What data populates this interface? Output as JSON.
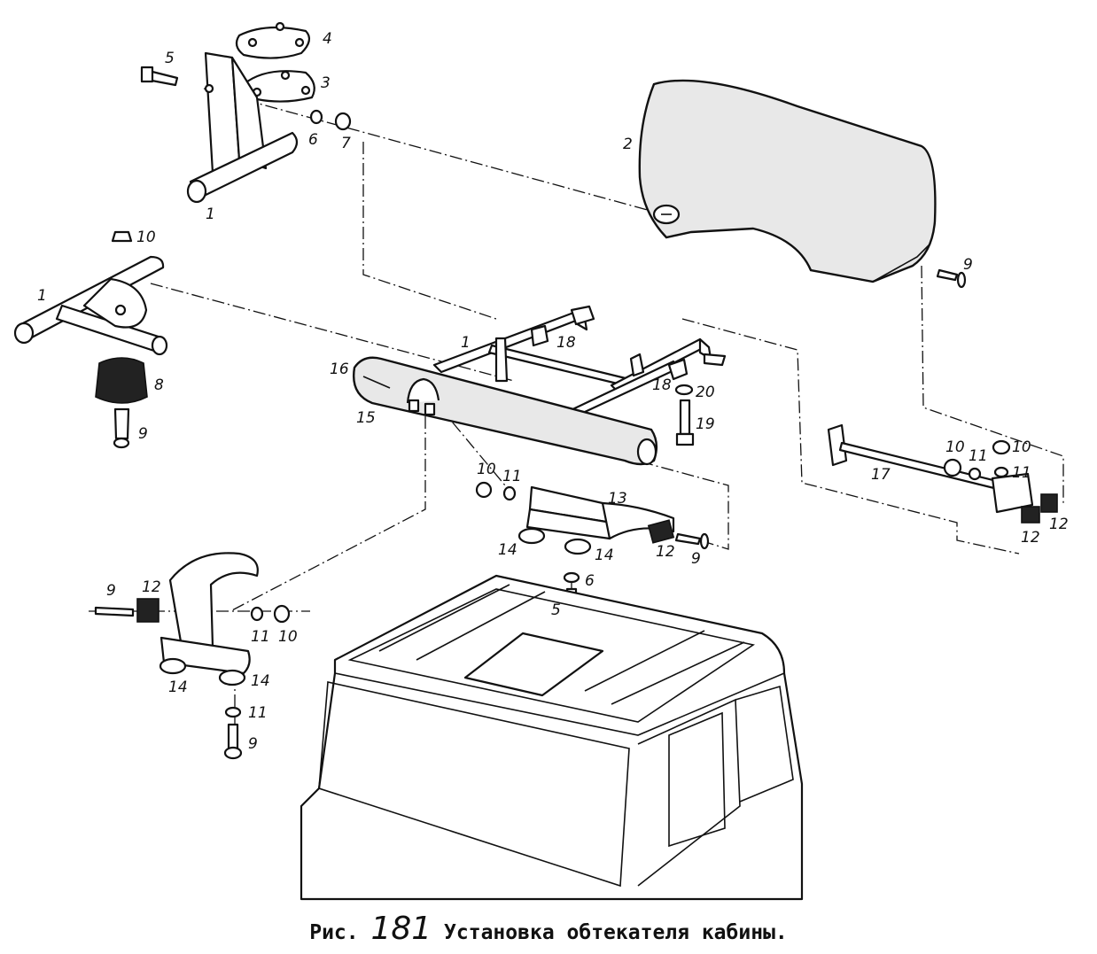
{
  "caption": {
    "prefix": "Рис.",
    "number": "181",
    "title": "Установка обтекателя кабины."
  },
  "callouts": [
    {
      "id": "c-4",
      "text": "4"
    },
    {
      "id": "c-5a",
      "text": "5"
    },
    {
      "id": "c-3",
      "text": "3"
    },
    {
      "id": "c-6a",
      "text": "6"
    },
    {
      "id": "c-7",
      "text": "7"
    },
    {
      "id": "c-1a",
      "text": "1"
    },
    {
      "id": "c-2",
      "text": "2"
    },
    {
      "id": "c-10a",
      "text": "10"
    },
    {
      "id": "c-1b",
      "text": "1"
    },
    {
      "id": "c-8",
      "text": "8"
    },
    {
      "id": "c-9a",
      "text": "9"
    },
    {
      "id": "c-9b",
      "text": "9"
    },
    {
      "id": "c-1c",
      "text": "1"
    },
    {
      "id": "c-18a",
      "text": "18"
    },
    {
      "id": "c-16",
      "text": "16"
    },
    {
      "id": "c-15",
      "text": "15"
    },
    {
      "id": "c-18b",
      "text": "18"
    },
    {
      "id": "c-20",
      "text": "20"
    },
    {
      "id": "c-19",
      "text": "19"
    },
    {
      "id": "c-17",
      "text": "17"
    },
    {
      "id": "c-10b",
      "text": "10"
    },
    {
      "id": "c-11a",
      "text": "11"
    },
    {
      "id": "c-10c",
      "text": "10"
    },
    {
      "id": "c-11b",
      "text": "11"
    },
    {
      "id": "c-12a",
      "text": "12"
    },
    {
      "id": "c-12b",
      "text": "12"
    },
    {
      "id": "c-10d",
      "text": "10"
    },
    {
      "id": "c-11c",
      "text": "11"
    },
    {
      "id": "c-13",
      "text": "13"
    },
    {
      "id": "c-14a",
      "text": "14"
    },
    {
      "id": "c-14b",
      "text": "14"
    },
    {
      "id": "c-12c",
      "text": "12"
    },
    {
      "id": "c-9c",
      "text": "9"
    },
    {
      "id": "c-6b",
      "text": "6"
    },
    {
      "id": "c-5b",
      "text": "5"
    },
    {
      "id": "c-9d",
      "text": "9"
    },
    {
      "id": "c-12d",
      "text": "12"
    },
    {
      "id": "c-11d",
      "text": "11"
    },
    {
      "id": "c-10e",
      "text": "10"
    },
    {
      "id": "c-14c",
      "text": "14"
    },
    {
      "id": "c-14d",
      "text": "14"
    },
    {
      "id": "c-11e",
      "text": "11"
    },
    {
      "id": "c-9e",
      "text": "9"
    }
  ]
}
